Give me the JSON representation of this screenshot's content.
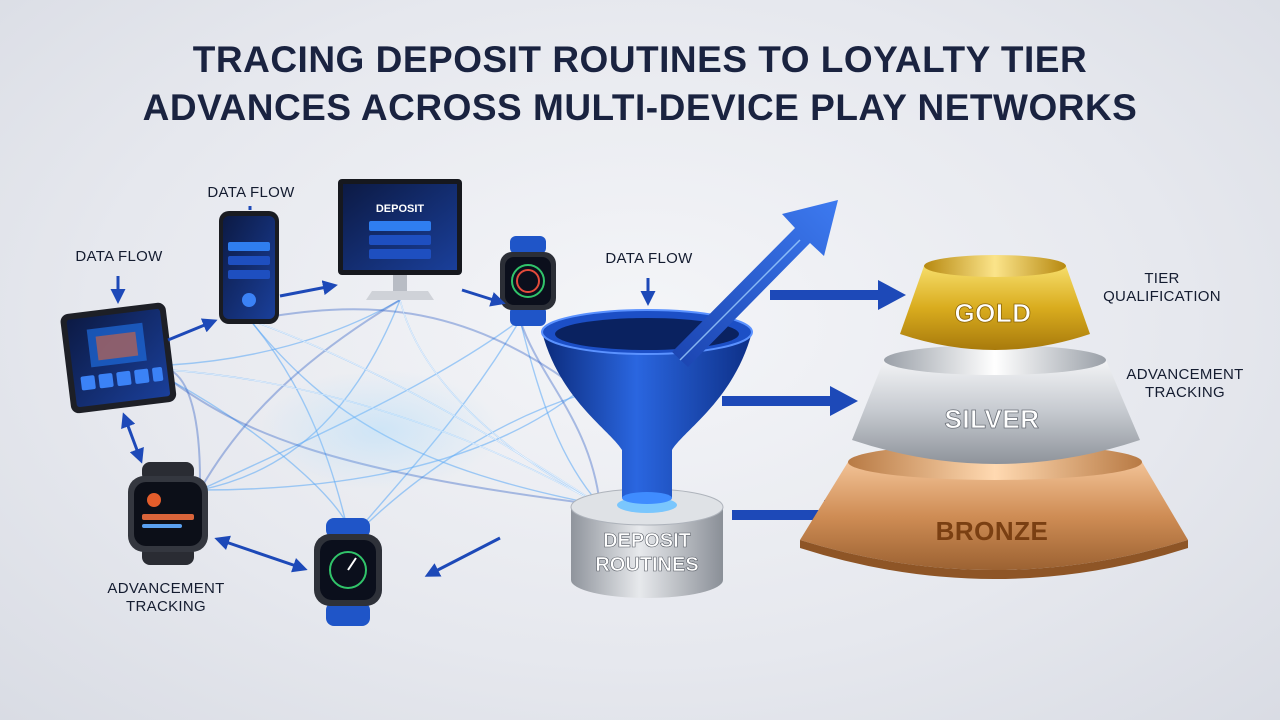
{
  "title": {
    "line1": "TRACING DEPOSIT ROUTINES TO LOYALTY TIER",
    "line2": "ADVANCES ACROSS MULTI-DEVICE PLAY NETWORKS"
  },
  "labels": {
    "data_flow_top": "DATA FLOW",
    "data_flow_left": "DATA FLOW",
    "data_flow_center": "DATA FLOW",
    "advancement_tracking_left_1": "ADVANCEMENT",
    "advancement_tracking_left_2": "TRACKING",
    "tier_qualification_1": "TIER",
    "tier_qualification_2": "QUALIFICATION",
    "advancement_tracking_right_1": "ADVANCEMENT",
    "advancement_tracking_right_2": "TRACKING"
  },
  "hub": {
    "line1": "DEPOSIT",
    "line2": "ROUTINES"
  },
  "monitor": {
    "screen_title": "DEPOSIT"
  },
  "tiers": {
    "gold": "GOLD",
    "silver": "SILVER",
    "bronze": "BRONZE"
  },
  "colors": {
    "accent_blue": "#1e4fc0",
    "gold": "#d4a514",
    "silver": "#c2c6cc",
    "bronze": "#c9884f",
    "title": "#1a2340"
  }
}
